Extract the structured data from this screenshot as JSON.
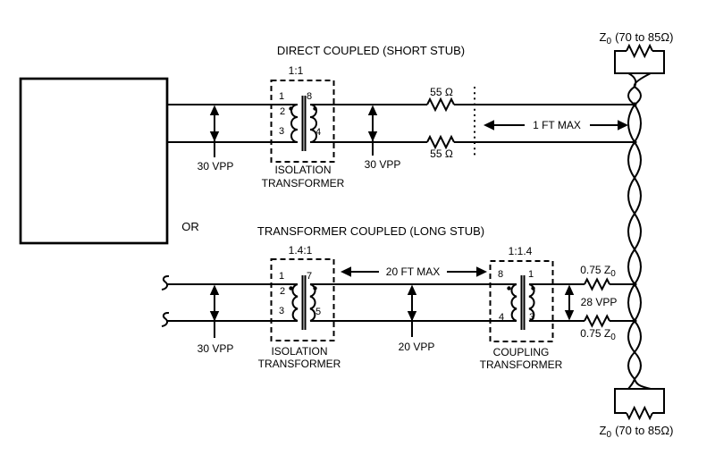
{
  "colors": {
    "ink": "#000000",
    "background": "#ffffff"
  },
  "direct_coupled": {
    "title": "DIRECT COUPLED (SHORT STUB)",
    "input_vpp": "30 VPP",
    "stub_vpp": "30 VPP",
    "isolation_transformer": {
      "ratio": "1:1",
      "pins": {
        "top_left": "1",
        "mid_left": "2",
        "bottom_left": "3",
        "top_right": "8",
        "bottom_right": "4"
      },
      "label_line1": "ISOLATION",
      "label_line2": "TRANSFORMER"
    },
    "resistor_top": "55 Ω",
    "resistor_bottom": "55 Ω",
    "stub_length": "1 FT MAX"
  },
  "or_label": "OR",
  "transformer_coupled": {
    "title": "TRANSFORMER COUPLED (LONG STUB)",
    "input_vpp": "30 VPP",
    "stub_vpp": "20 VPP",
    "bus_vpp": "28 VPP",
    "stub_length": "20 FT MAX",
    "isolation_transformer": {
      "ratio": "1.4:1",
      "pins": {
        "top_left": "1",
        "mid_left": "2",
        "bottom_left": "3",
        "top_right": "7",
        "bottom_right": "5"
      },
      "label_line1": "ISOLATION",
      "label_line2": "TRANSFORMER"
    },
    "coupling_transformer": {
      "ratio": "1:1.4",
      "pins": {
        "top_left": "8",
        "bottom_left": "4",
        "top_right": "1",
        "bottom_right": "3"
      },
      "label_line1": "COUPLING",
      "label_line2": "TRANSFORMER"
    },
    "stub_resistor_top": {
      "text": "0.75 Z",
      "sub": "0"
    },
    "stub_resistor_bottom": {
      "text": "0.75 Z",
      "sub": "0"
    }
  },
  "bus": {
    "termination_top": {
      "sym": "Z",
      "sub": "0",
      "value": "(70 to 85Ω)"
    },
    "termination_bottom": {
      "sym": "Z",
      "sub": "0",
      "value": "(70 to 85Ω)"
    }
  }
}
